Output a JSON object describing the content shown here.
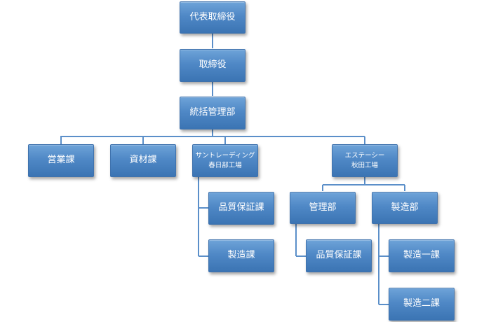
{
  "org_chart": {
    "ceo": "代表取締役",
    "director": "取締役",
    "general_management": "統括管理部",
    "sales_section": "営業課",
    "materials_section": "資材課",
    "kasukabe_factory": {
      "line1": "サントレーディング",
      "line2": "春日部工場"
    },
    "kasukabe_qa_section": "品質保証課",
    "kasukabe_manufacturing_section": "製造課",
    "akita_factory": {
      "line1": "エステーシー",
      "line2": "秋田工場"
    },
    "akita_management_dept": "管理部",
    "akita_qa_section": "品質保証課",
    "akita_manufacturing_dept": "製造部",
    "manufacturing_section_1": "製造一課",
    "manufacturing_section_2": "製造二課"
  },
  "colors": {
    "box_fill": "#4f88c6",
    "connector": "#5b8fc9",
    "text": "#ffffff"
  }
}
